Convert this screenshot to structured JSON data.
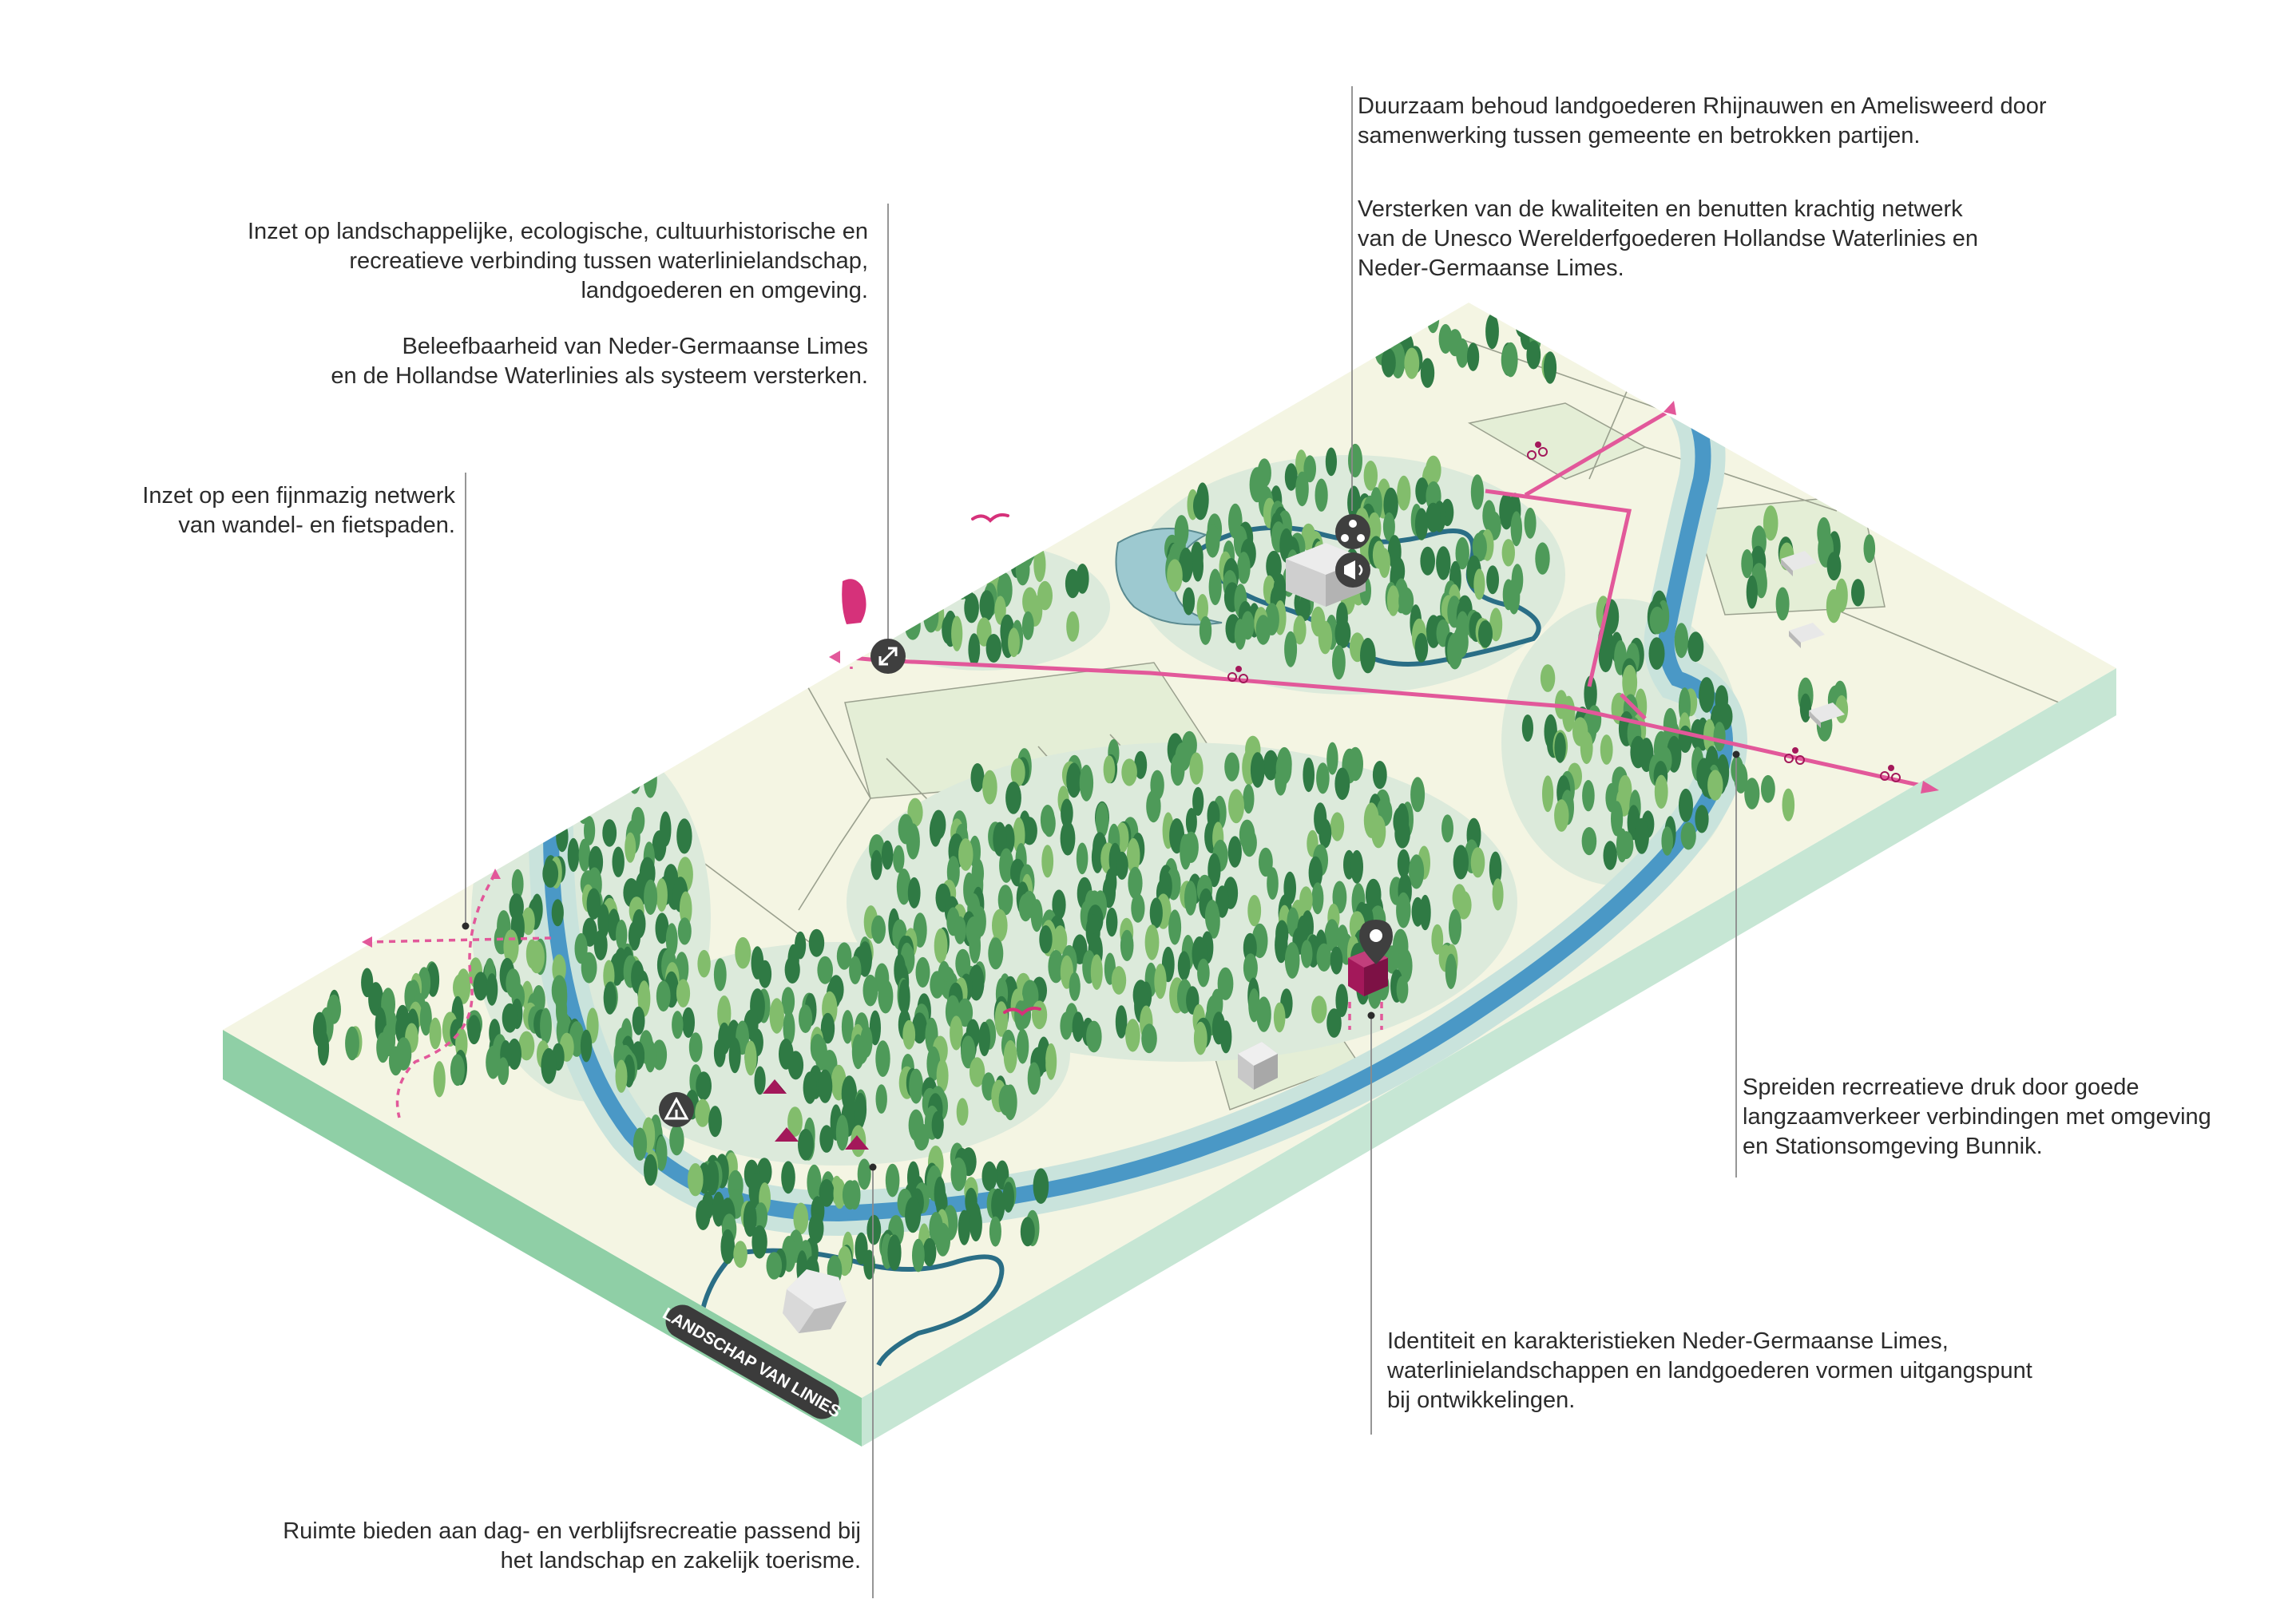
{
  "annotations": {
    "landgoederen_behoud": "Duurzaam behoud landgoederen Rhijnauwen en Amelisweerd door\nsamenwerking tussen gemeente en betrokken partijen.",
    "unesco_netwerk": "Versterken van de kwaliteiten en benutten krachtig netwerk\nvan de Unesco Werelderfgoederen Hollandse Waterlinies en\nNeder-Germaanse Limes.",
    "verbinding": "Inzet op landschappelijke, ecologische, cultuurhistorische en\nrecreatieve verbinding tussen waterlinielandschap,\nlandgoederen en omgeving.",
    "beleefbaarheid": "Beleefbaarheid van Neder-Germaanse Limes\nen de Hollandse Waterlinies als systeem versterken.",
    "netwerk_paden": "Inzet op een fijnmazig netwerk\nvan wandel- en fietspaden.",
    "recreatieve_druk": "Spreiden recrreatieve druk door goede\nlangzaamverkeer verbindingen met omgeving\nen Stationsomgeving Bunnik.",
    "identiteit": "Identiteit en karakteristieken Neder-Germaanse Limes,\nwaterlinielandschappen en landgoederen vormen uitgangspunt\nbij ontwikkelingen.",
    "recreatie_ruimte": "Ruimte bieden aan dag- en verblijfsrecreatie passend bij\nhet landschap en zakelijk toerisme."
  },
  "map_label": "LANDSCHAP VAN LINIES",
  "icons": [
    "people-network-icon",
    "megaphone-icon",
    "expand-arrows-icon",
    "tent-icon",
    "location-pin-icon",
    "cyclist-icon",
    "bird-icon",
    "tent-shape"
  ],
  "colors": {
    "land": "#f4f5e3",
    "meadow": "#e4eed6",
    "forest_light": "#dceadb",
    "tree_dark": "#2f7a44",
    "tree_mid": "#4e9a59",
    "tree_light": "#82bd6c",
    "river": "#4a98c6",
    "river_bank": "#c9e3dc",
    "side_left": "#8fcfa6",
    "side_right": "#c6e6d4",
    "route": "#e2589a",
    "magenta": "#a3185a",
    "leader": "#8a8a8a",
    "label_bg": "#3b3b3b"
  }
}
